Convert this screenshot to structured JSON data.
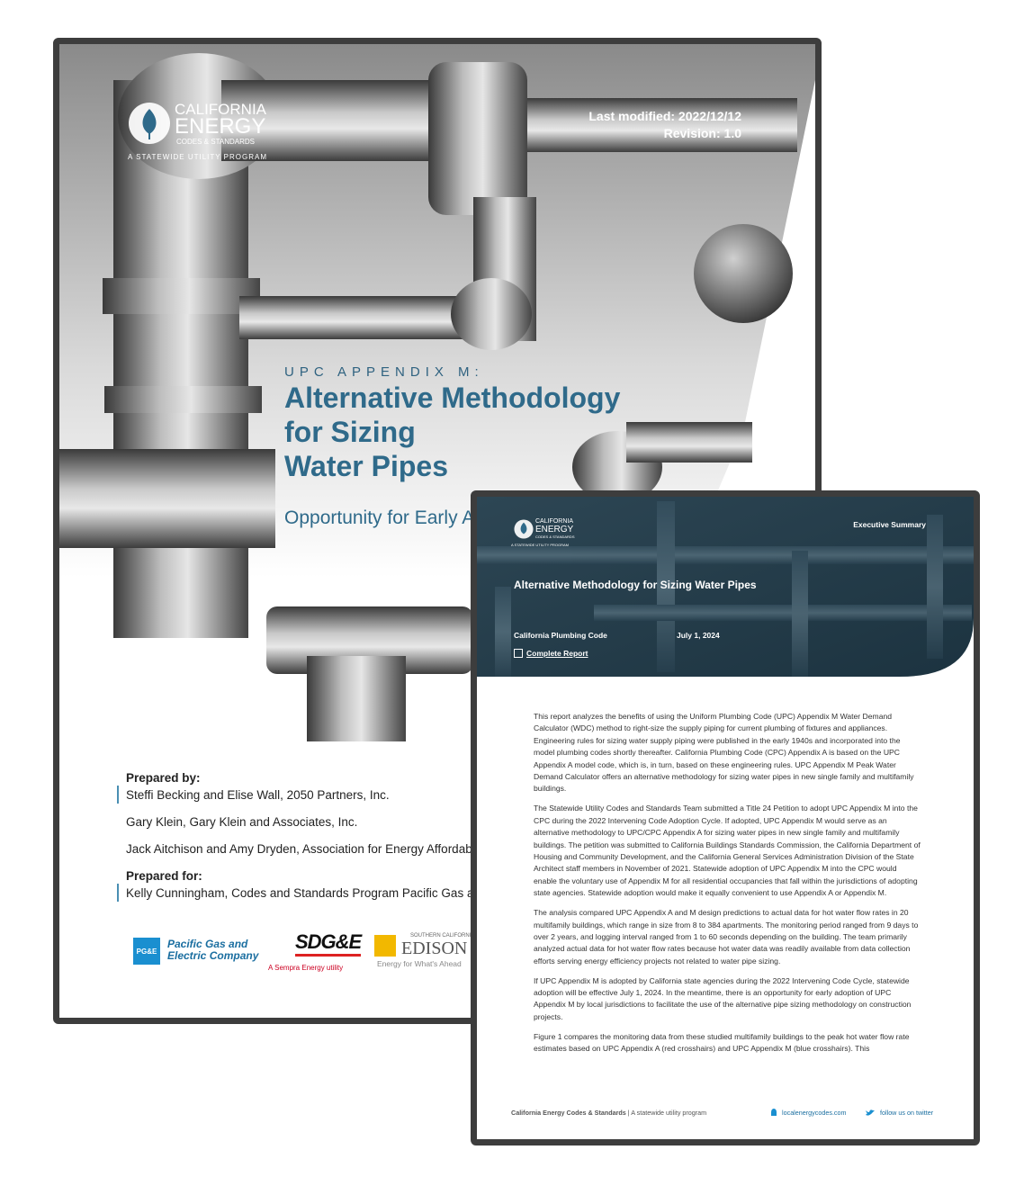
{
  "cover": {
    "logo": {
      "line1": "CALIFORNIA",
      "line2": "ENERGY",
      "line3": "CODES & STANDARDS",
      "line4": "A STATEWIDE UTILITY PROGRAM"
    },
    "last_modified": "Last modified: 2022/12/12",
    "revision": "Revision: 1.0",
    "series": "UPC APPENDIX M:",
    "title_lines": [
      "Alternative Methodology",
      "for Sizing",
      "Water Pipes"
    ],
    "subtitle": "Opportunity for Early A",
    "prepared_by_label": "Prepared by:",
    "prepared_by": [
      "Steffi Becking and Elise Wall, 2050 Partners, Inc.",
      "Gary Klein, Gary Klein and Associates, Inc.",
      "Jack Aitchison and Amy Dryden, Association for Energy Affordab"
    ],
    "prepared_for_label": "Prepared for:",
    "prepared_for": "Kelly Cunningham, Codes and Standards Program Pacific Gas a",
    "sponsors": {
      "pge_mark": "PG&E",
      "pge_name1": "Pacific Gas and",
      "pge_name2": "Electric Company",
      "sdge": "SDG&E",
      "sempra": "A Sempra Energy utility",
      "sce_top": "SOUTHERN CALIFORNIA",
      "sce": "EDISON",
      "sce_tag": "Energy for What's Ahead"
    }
  },
  "exec": {
    "logo": {
      "line1": "CALIFORNIA",
      "line2": "ENERGY",
      "line3": "CODES & STANDARDS",
      "line4": "A STATEWIDE UTILITY PROGRAM"
    },
    "section": "Executive Summary",
    "title": "Alternative Methodology for Sizing Water Pipes",
    "code": "California Plumbing Code",
    "date": "July 1, 2024",
    "report_link": "Complete Report",
    "paragraphs": [
      "This report analyzes the benefits of using the Uniform Plumbing Code (UPC) Appendix M Water Demand Calculator (WDC) method to right-size the supply piping for current plumbing of fixtures and appliances. Engineering rules for sizing water supply piping were published in the early 1940s and incorporated into the model plumbing codes shortly thereafter. California Plumbing Code (CPC) Appendix A is based on the UPC Appendix A model code, which is, in turn, based on these engineering rules. UPC Appendix M Peak Water Demand Calculator offers an alternative methodology for sizing water pipes in new single family and multifamily buildings.",
      "The Statewide Utility Codes and Standards Team submitted a Title 24 Petition to adopt UPC Appendix M into the CPC during the 2022 Intervening Code Adoption Cycle. If adopted, UPC Appendix M would serve as an alternative methodology to UPC/CPC Appendix A for sizing water pipes in new single family and multifamily buildings. The petition was submitted to California Buildings Standards Commission, the California Department of Housing and Community Development, and the California General Services Administration Division of the State Architect staff members in November of 2021. Statewide adoption of UPC Appendix M into the CPC would enable the voluntary use of Appendix M for all residential occupancies that fall within the jurisdictions of adopting state agencies. Statewide adoption would make it equally convenient to use Appendix A or Appendix M.",
      "The analysis compared UPC Appendix A and M design predictions to actual data for hot water flow rates in 20 multifamily buildings, which range in size from 8 to 384 apartments. The monitoring period ranged from 9 days to over 2 years, and logging interval ranged from 1 to 60 seconds depending on the building. The team primarily analyzed actual data for hot water flow rates because hot water data was readily available from data collection efforts serving energy efficiency projects not related to water pipe sizing.",
      "If UPC Appendix M is adopted by California state agencies during the 2022 Intervening Code Cycle, statewide adoption will be effective July 1, 2024. In the meantime, there is an opportunity for early adoption of UPC Appendix M by local jurisdictions to facilitate the use of the alternative pipe sizing methodology on construction projects.",
      "Figure 1 compares the monitoring data from these studied multifamily buildings to the peak hot water flow rate estimates based on UPC Appendix A (red crosshairs) and UPC Appendix M (blue crosshairs). This"
    ],
    "footer_org": "California Energy Codes & Standards",
    "footer_tag": " | A statewide utility program",
    "footer_site": "localenergycodes.com",
    "footer_twitter": "follow us on twitter"
  }
}
